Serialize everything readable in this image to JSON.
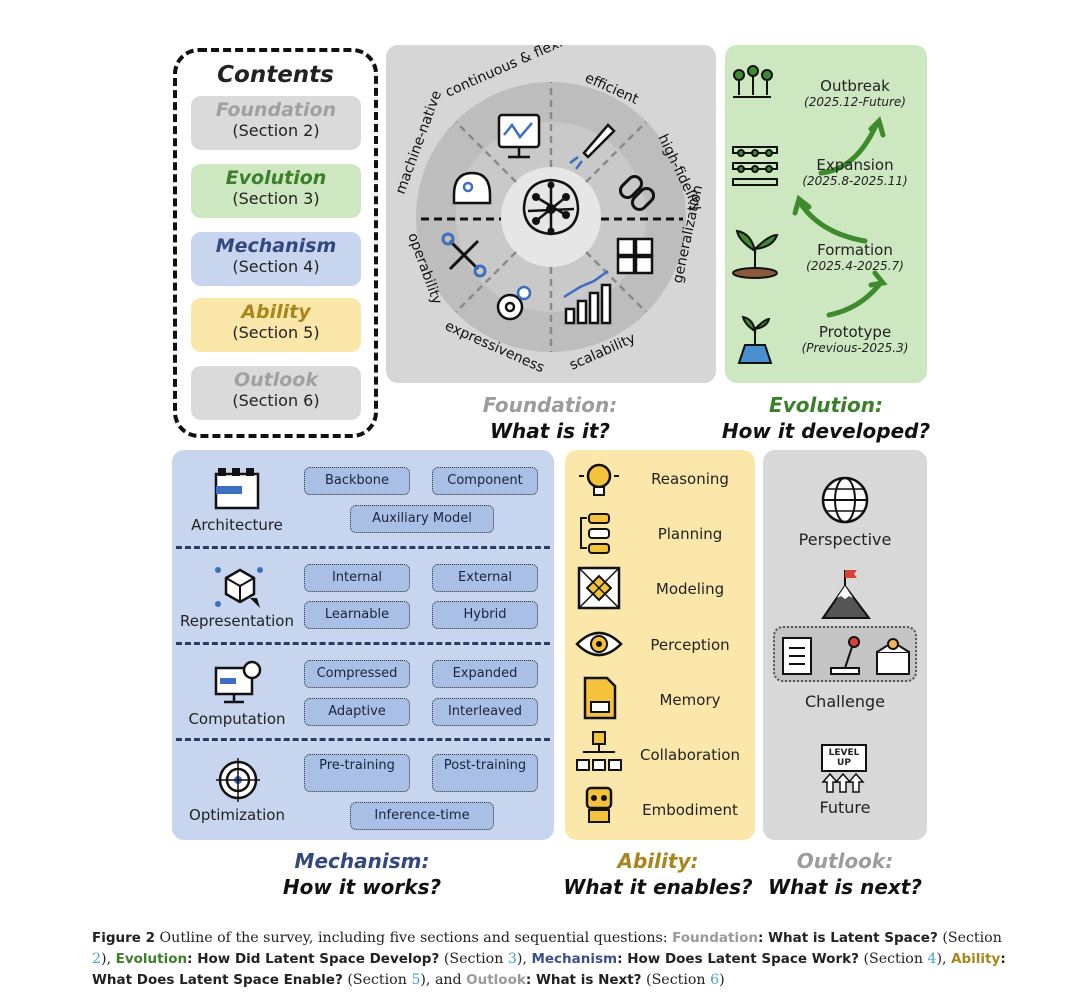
{
  "contents": {
    "title": "Contents",
    "items": [
      {
        "name": "Foundation",
        "section": "(Section 2)",
        "color": "#dadada",
        "text_color": "#9c9c9c"
      },
      {
        "name": "Evolution",
        "section": "(Section 3)",
        "color": "#cde7c0",
        "text_color": "#3c7f2a"
      },
      {
        "name": "Mechanism",
        "section": "(Section 4)",
        "color": "#c8d5ee",
        "text_color": "#34477f"
      },
      {
        "name": "Ability",
        "section": "(Section 5)",
        "color": "#fbe7a9",
        "text_color": "#a8861b"
      },
      {
        "name": "Outlook",
        "section": "(Section 6)",
        "color": "#dadada",
        "text_color": "#9c9c9c"
      }
    ]
  },
  "foundation": {
    "labels": [
      "continuous & flexible",
      "efficient",
      "high-fidelity",
      "generalization",
      "scalability",
      "expressiveness",
      "operability",
      "machine-native"
    ],
    "caption_title": "Foundation:",
    "caption_question": "What is it?",
    "icons": [
      "monitor-icon",
      "rocket-icon",
      "chain-icon",
      "grid-icon",
      "bar-chart-icon",
      "gear-icon",
      "wrench-icon",
      "robot-head-icon",
      "brain-network-icon"
    ]
  },
  "evolution": {
    "stages": [
      {
        "name": "Outbreak",
        "dates": "(2025.12-Future)"
      },
      {
        "name": "Expansion",
        "dates": "(2025.8-2025.11)"
      },
      {
        "name": "Formation",
        "dates": "(2025.4-2025.7)"
      },
      {
        "name": "Prototype",
        "dates": "(Previous-2025.3)"
      }
    ],
    "caption_title": "Evolution:",
    "caption_question": "How it developed?"
  },
  "mechanism": {
    "rows": [
      {
        "label": "Architecture",
        "tags": [
          "Backbone",
          "Component",
          "Auxiliary Model"
        ]
      },
      {
        "label": "Representation",
        "tags": [
          "Internal",
          "External",
          "Learnable",
          "Hybrid"
        ]
      },
      {
        "label": "Computation",
        "tags": [
          "Compressed",
          "Expanded",
          "Adaptive",
          "Interleaved"
        ]
      },
      {
        "label": "Optimization",
        "tags": [
          "Pre-training",
          "Post-training",
          "Inference-time"
        ]
      }
    ],
    "caption_title": "Mechanism:",
    "caption_question": "How it works?"
  },
  "ability": {
    "items": [
      "Reasoning",
      "Planning",
      "Modeling",
      "Perception",
      "Memory",
      "Collaboration",
      "Embodiment"
    ],
    "caption_title": "Ability:",
    "caption_question": "What it enables?"
  },
  "outlook": {
    "items": [
      "Perspective",
      "Challenge",
      "Future"
    ],
    "level_up_text": "LEVEL UP",
    "caption_title": "Outlook:",
    "caption_question": "What is next?"
  },
  "caption": {
    "fig": "Figure 2",
    "t1": "Outline of the survey, including five sections and sequential questions:",
    "foundation": "Foundation",
    "q1": ": What is Latent Space?",
    "s1a": "(Section ",
    "n1": "2",
    "s1b": "), ",
    "evolution": "Evolution",
    "q2": ": How Did Latent Space Develop?",
    "s2a": "(Section ",
    "n2": "3",
    "s2b": "), ",
    "mechanism": "Mechanism",
    "q3": ": How Does Latent Space Work?",
    "s3a": "(Section ",
    "n3": "4",
    "s3b": "),",
    "ability": "Ability",
    "q4": ": What Does Latent Space Enable?",
    "s4a": "(Section ",
    "n4": "5",
    "s4b": "), and ",
    "outlook": "Outlook",
    "q5": ": What is Next?",
    "s5a": "(Section ",
    "n5": "6",
    "s5b": ")"
  }
}
